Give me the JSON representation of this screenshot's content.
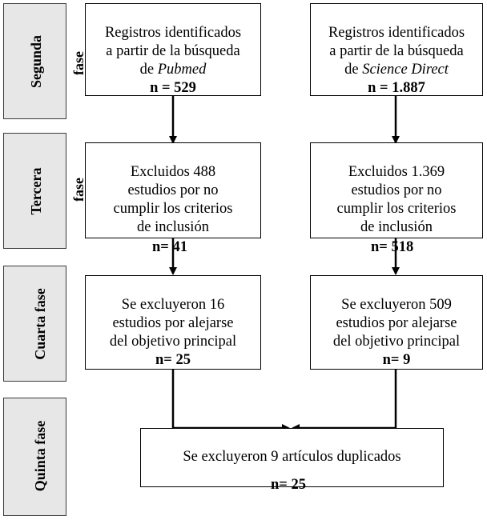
{
  "phases": [
    {
      "word1": "Segunda",
      "word2": "fase"
    },
    {
      "word1": "Tercera",
      "word2": "fase"
    },
    {
      "word1": "Cuarta fase",
      "word2": ""
    },
    {
      "word1": "Quinta fase",
      "word2": ""
    }
  ],
  "left": {
    "box1": {
      "line1": "Registros identificados",
      "line2": "a partir de la búsqueda",
      "line3_pre": "de ",
      "line3_em": "Pubmed",
      "n": "n = 529"
    },
    "box2": {
      "line1": "Excluidos 488",
      "line2": "estudios por no",
      "line3": "cumplir los criterios",
      "line4": "de inclusión",
      "n": "n= 41"
    },
    "box3": {
      "line1": "Se excluyeron 16",
      "line2": "estudios por alejarse",
      "line3": "del objetivo principal",
      "n": "n= 25"
    }
  },
  "right": {
    "box1": {
      "line1": "Registros identificados",
      "line2": "a partir de la búsqueda",
      "line3_pre": "de ",
      "line3_em": "Science Direct",
      "n": "n = 1.887"
    },
    "box2": {
      "line1": "Excluidos 1.369",
      "line2": "estudios por no",
      "line3": "cumplir los criterios",
      "line4": "de inclusión",
      "n": "n= 518"
    },
    "box3": {
      "line1": "Se excluyeron 509",
      "line2": "estudios por alejarse",
      "line3": "del objetivo principal",
      "n": "n= 9"
    }
  },
  "bottom": {
    "line1": "Se excluyeron 9 artículos duplicados",
    "n": "n= 25"
  }
}
